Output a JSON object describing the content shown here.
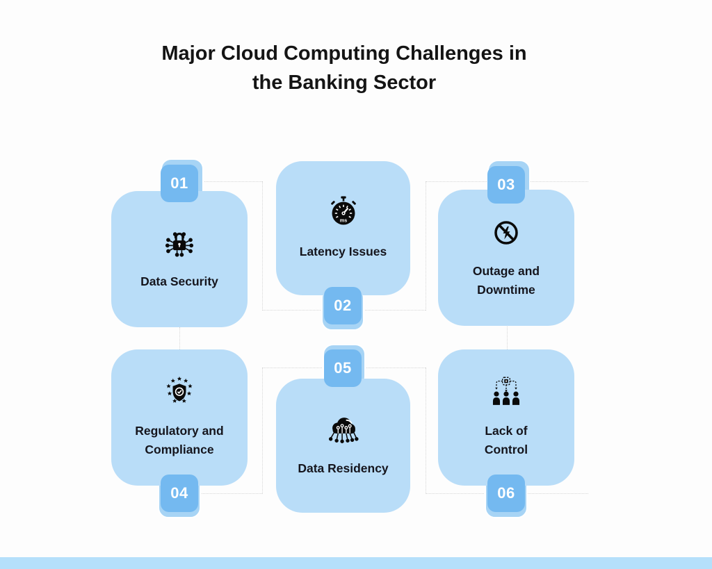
{
  "title": {
    "line1": "Major Cloud Computing Challenges in",
    "line2": "the Banking Sector"
  },
  "cards": [
    {
      "number": "01",
      "label": "Data Security",
      "icon": "lock-circuit-icon"
    },
    {
      "number": "02",
      "label": "Latency Issues",
      "icon": "stopwatch-ms-icon"
    },
    {
      "number": "03",
      "label": "Outage and\nDowntime",
      "icon": "no-power-icon"
    },
    {
      "number": "04",
      "label": "Regulatory and\nCompliance",
      "icon": "shield-stars-icon"
    },
    {
      "number": "05",
      "label": "Data Residency",
      "icon": "cloud-circuit-icon"
    },
    {
      "number": "06",
      "label": "Lack of\nControl",
      "icon": "people-network-icon"
    }
  ],
  "colors": {
    "background": "#FDFDFD",
    "card_fill": "#B9DDF8",
    "badge_fill": "#74B9F0",
    "badge_ring_gap": "#A7D4F5",
    "badge_ring_border": "#FFFFFF",
    "badge_text": "#FFFFFF",
    "connector_dotted": "#D6D6D6",
    "title_text": "#141414",
    "label_text": "#15151D",
    "icon_ink": "#0A0A0A",
    "footer_bar": "#B5E0FB"
  }
}
